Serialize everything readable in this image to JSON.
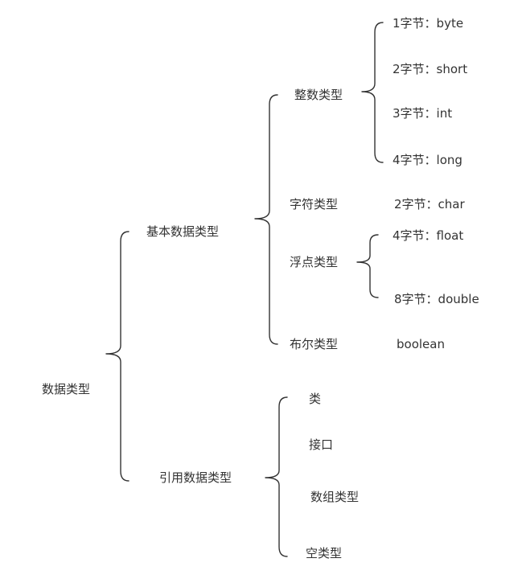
{
  "root": {
    "label": "数据类型",
    "children": [
      {
        "label": "基本数据类型",
        "children": [
          {
            "label": "整数类型",
            "children": [
              "1字节：byte",
              "2字节：short",
              "3字节：int",
              "4字节：long"
            ]
          },
          {
            "label": "字符类型",
            "children": [
              "2字节：char"
            ]
          },
          {
            "label": "浮点类型",
            "children": [
              "4字节：float",
              "8字节：double"
            ]
          },
          {
            "label": "布尔类型",
            "children": [
              "boolean"
            ]
          }
        ]
      },
      {
        "label": "引用数据类型",
        "children": [
          "类",
          "接口",
          "数组类型",
          "空类型"
        ]
      }
    ]
  }
}
